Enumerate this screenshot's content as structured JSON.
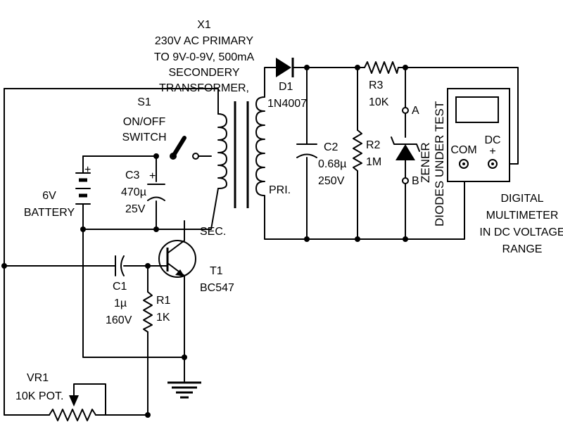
{
  "title": {
    "lines": [
      "X1",
      "230V AC PRIMARY",
      "TO 9V-0-9V, 500mA",
      "SECONDERY",
      "TRANSFORMER,"
    ]
  },
  "components": {
    "s1": {
      "ref": "S1",
      "desc1": "ON/OFF",
      "desc2": "SWITCH"
    },
    "battery": {
      "value": "6V",
      "desc": "BATTERY",
      "plus": "+"
    },
    "c3": {
      "ref": "C3",
      "value": "470µ",
      "rating": "25V",
      "plus": "+"
    },
    "d1": {
      "ref": "D1",
      "part": "1N4007"
    },
    "c2": {
      "ref": "C2",
      "value": "0.68µ",
      "rating": "250V"
    },
    "r2": {
      "ref": "R2",
      "value": "1M"
    },
    "r3": {
      "ref": "R3",
      "value": "10K"
    },
    "zener": {
      "node_a": "A",
      "node_b": "B",
      "line1": "ZENER",
      "line2": "DIODES UNDER TEST"
    },
    "transformer": {
      "pri": "PRI.",
      "sec": "SEC."
    },
    "t1": {
      "ref": "T1",
      "part": "BC547"
    },
    "c1": {
      "ref": "C1",
      "value": "1µ",
      "rating": "160V"
    },
    "r1": {
      "ref": "R1",
      "value": "1K"
    },
    "vr1": {
      "ref": "VR1",
      "value": "10K POT."
    },
    "meter": {
      "com": "COM",
      "dc": "DC",
      "plus": "+",
      "caption": [
        "DIGITAL",
        "MULTIMETER",
        "IN DC VOLTAGE",
        "RANGE"
      ]
    }
  }
}
